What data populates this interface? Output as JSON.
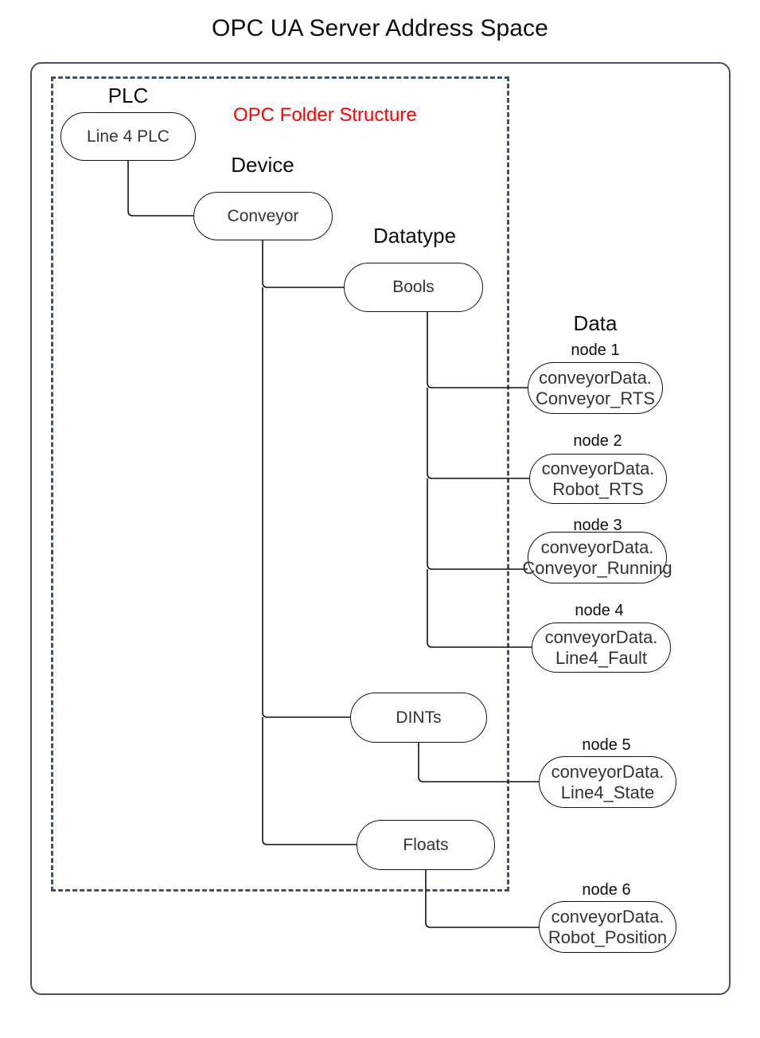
{
  "title": "OPC UA Server Address Space",
  "folder_caption": "OPC Folder Structure",
  "colors": {
    "caption_red": "#ff0000",
    "frame_gray": "#47505e",
    "node_stroke": "#111111",
    "text": "#333333",
    "background": "#ffffff"
  },
  "group_labels": {
    "plc": "PLC",
    "device": "Device",
    "datatype": "Datatype",
    "data": "Data"
  },
  "tree": {
    "plc_node": {
      "label": "Line 4 PLC"
    },
    "device_node": {
      "label": "Conveyor"
    },
    "datatype_nodes": [
      {
        "label": "Bools"
      },
      {
        "label": "DINTs"
      },
      {
        "label": "Floats"
      }
    ]
  },
  "data_nodes": [
    {
      "caption": "node 1",
      "line1": "conveyorData.",
      "line2": "Conveyor_RTS",
      "parent": "Bools"
    },
    {
      "caption": "node 2",
      "line1": "conveyorData.",
      "line2": "Robot_RTS",
      "parent": "Bools"
    },
    {
      "caption": "node 3",
      "line1": "conveyorData.",
      "line2": "Conveyor_Running",
      "parent": "Bools"
    },
    {
      "caption": "node 4",
      "line1": "conveyorData.",
      "line2": "Line4_Fault",
      "parent": "Bools"
    },
    {
      "caption": "node 5",
      "line1": "conveyorData.",
      "line2": "Line4_State",
      "parent": "DINTs"
    },
    {
      "caption": "node 6",
      "line1": "conveyorData.",
      "line2": "Robot_Position",
      "parent": "Floats"
    }
  ]
}
